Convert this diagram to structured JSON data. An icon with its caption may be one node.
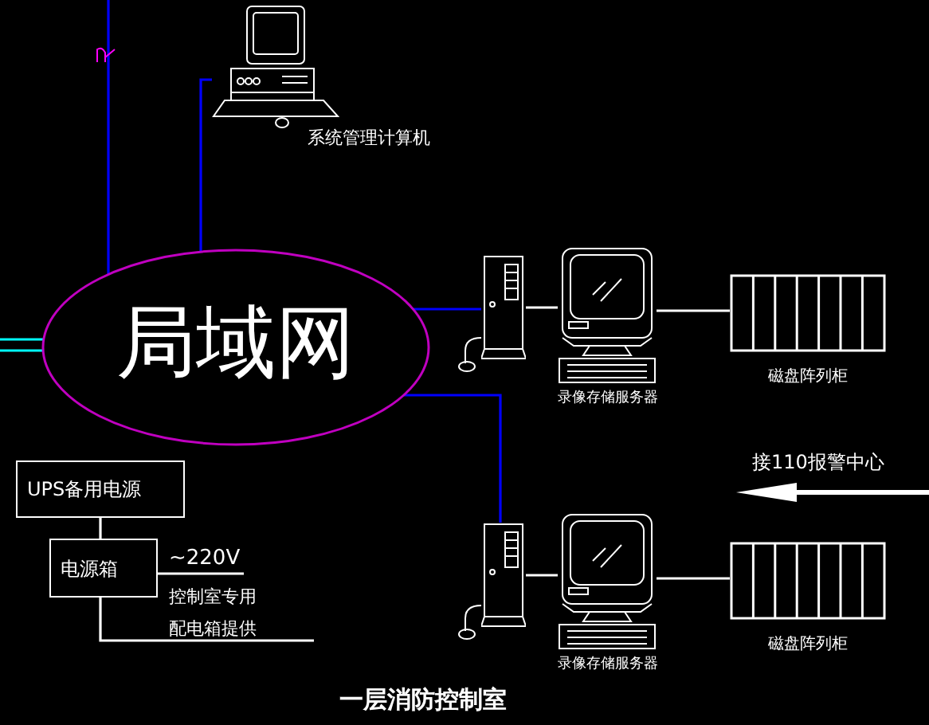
{
  "diagram": {
    "caption": "一层消防控制室",
    "nodes": [
      {
        "text": [
          "局域网"
        ]
      },
      {
        "text": [],
        "shape": "picture",
        "beside": [
          "系统管理计算机"
        ]
      },
      {
        "text": [],
        "shape": "picture"
      },
      {
        "text": [],
        "shape": "picture",
        "beside": [
          "录像存储服务器"
        ]
      },
      {
        "text": [],
        "shape": "picture",
        "beside": [
          "磁盘阵列柜"
        ]
      },
      {
        "text": [],
        "shape": "picture"
      },
      {
        "text": [],
        "shape": "picture",
        "beside": [
          "录像存储服务器"
        ]
      },
      {
        "text": [],
        "shape": "picture",
        "beside": [
          "磁盘阵列柜"
        ]
      },
      {
        "text": [
          "UPS备用电源"
        ]
      },
      {
        "text": [
          "电源箱"
        ]
      }
    ],
    "edges": [
      {
        "from": null,
        "to": 0,
        "arrow": "none",
        "color": "#0000ff"
      },
      {
        "from": 1,
        "to": 0,
        "arrow": "none",
        "color": "#0000ff"
      },
      {
        "from": 0,
        "to": 2,
        "arrow": "none",
        "color": "#0000ff"
      },
      {
        "from": 2,
        "to": 3,
        "arrow": "none"
      },
      {
        "from": 3,
        "to": 4,
        "arrow": "none"
      },
      {
        "from": 0,
        "to": 5,
        "arrow": "none",
        "color": "#0000ff"
      },
      {
        "from": 5,
        "to": 6,
        "arrow": "none"
      },
      {
        "from": 6,
        "to": 7,
        "arrow": "none"
      },
      {
        "from": 0,
        "to": null,
        "arrow": "none",
        "color": "#00ffff"
      },
      {
        "from": 8,
        "to": 9,
        "arrow": "none"
      },
      {
        "from": 9,
        "to": null,
        "arrow": "none",
        "label": "~220V"
      },
      {
        "from": 9,
        "to": null,
        "arrow": "none"
      }
    ],
    "labels": [
      "接110报警中心",
      "控制室专用",
      "配电箱提供"
    ]
  }
}
